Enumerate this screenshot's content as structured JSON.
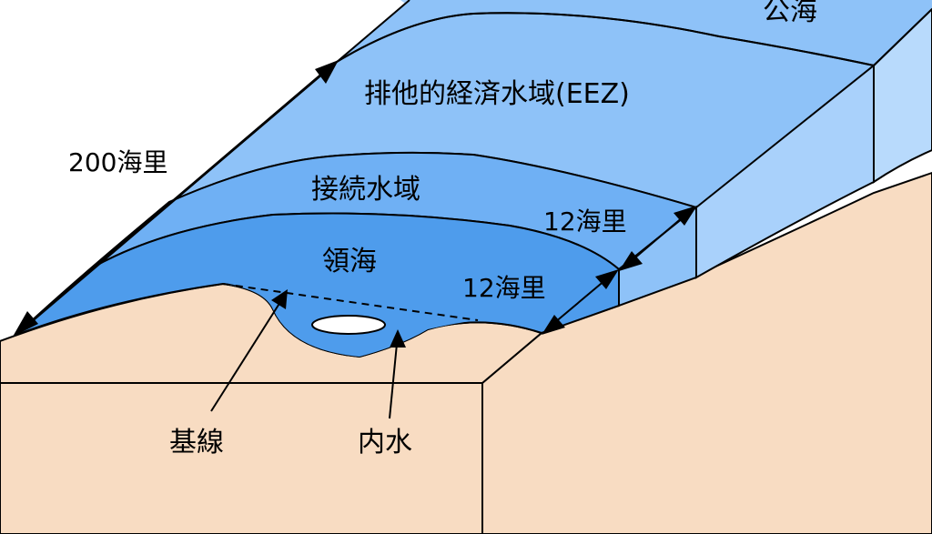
{
  "labels": {
    "high_seas": "公海",
    "eez": "排他的経済水域(EEZ)",
    "contiguous_zone": "接続水域",
    "territorial_sea": "領海",
    "distance_200": "200海里",
    "distance_12_contiguous": "12海里",
    "distance_12_territorial": "12海里",
    "baseline": "基線",
    "internal_waters": "内水"
  },
  "colors": {
    "land": "#f8dcc2",
    "high_seas": "#a9d1fb",
    "eez": "#8ec2f8",
    "contiguous_zone": "#6fb0f4",
    "territorial_sea": "#4e9cec",
    "outline": "#000000"
  }
}
